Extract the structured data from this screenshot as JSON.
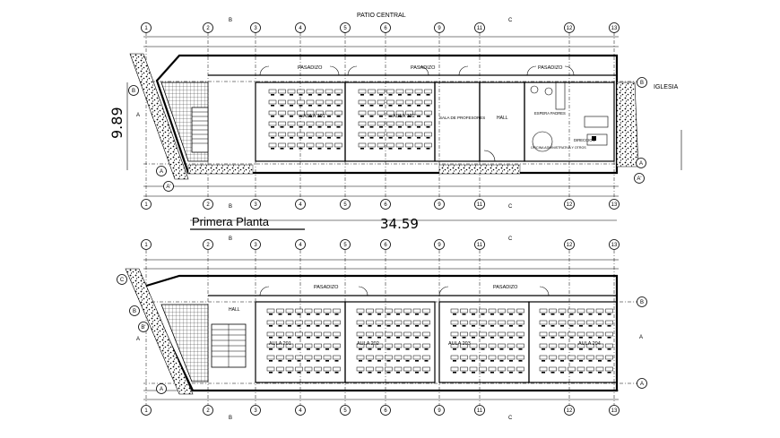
{
  "drawing": {
    "patio_label": "PATIO CENTRAL",
    "church_label": "IGLESIA",
    "floor1_title": "Primera Planta",
    "dimension_total": "34.59",
    "dimension_side": "9.89"
  },
  "floor1": {
    "rooms": [
      {
        "id": "pasadizo-1",
        "label": "PASADIZO"
      },
      {
        "id": "pasadizo-2",
        "label": "PASADIZO"
      },
      {
        "id": "pasadizo-3",
        "label": "PASADIZO"
      },
      {
        "id": "aula-101",
        "label": "AULA 101"
      },
      {
        "id": "aula-102",
        "label": "AULA 102"
      },
      {
        "id": "sala",
        "label": "SALA DE PROFESORES"
      },
      {
        "id": "hall",
        "label": "HALL"
      },
      {
        "id": "espera",
        "label": "ESPERA PADRES"
      },
      {
        "id": "oficina",
        "label": "OFICINA ADMINISTRATIVA Y OTROS"
      },
      {
        "id": "direccion",
        "label": "DIRECCION"
      }
    ]
  },
  "floor2": {
    "rooms": [
      {
        "id": "pasadizo-a",
        "label": "PASADIZO"
      },
      {
        "id": "pasadizo-b",
        "label": "PASADIZO"
      },
      {
        "id": "hall-2",
        "label": "HALL"
      },
      {
        "id": "aula-201",
        "label": "AULA 201"
      },
      {
        "id": "aula-202",
        "label": "AULA 202"
      },
      {
        "id": "aula-203",
        "label": "AULA 203"
      },
      {
        "id": "aula-204",
        "label": "AULA 204"
      }
    ]
  },
  "grid_axes_top": [
    "1",
    "2",
    "3",
    "4",
    "5",
    "6",
    "9",
    "11",
    "12",
    "13"
  ],
  "grid_axes_side": [
    "A",
    "B",
    "A'"
  ],
  "grid_axes_side2": [
    "A",
    "B",
    "B'",
    "C"
  ],
  "section_marks": [
    "B",
    "C"
  ]
}
